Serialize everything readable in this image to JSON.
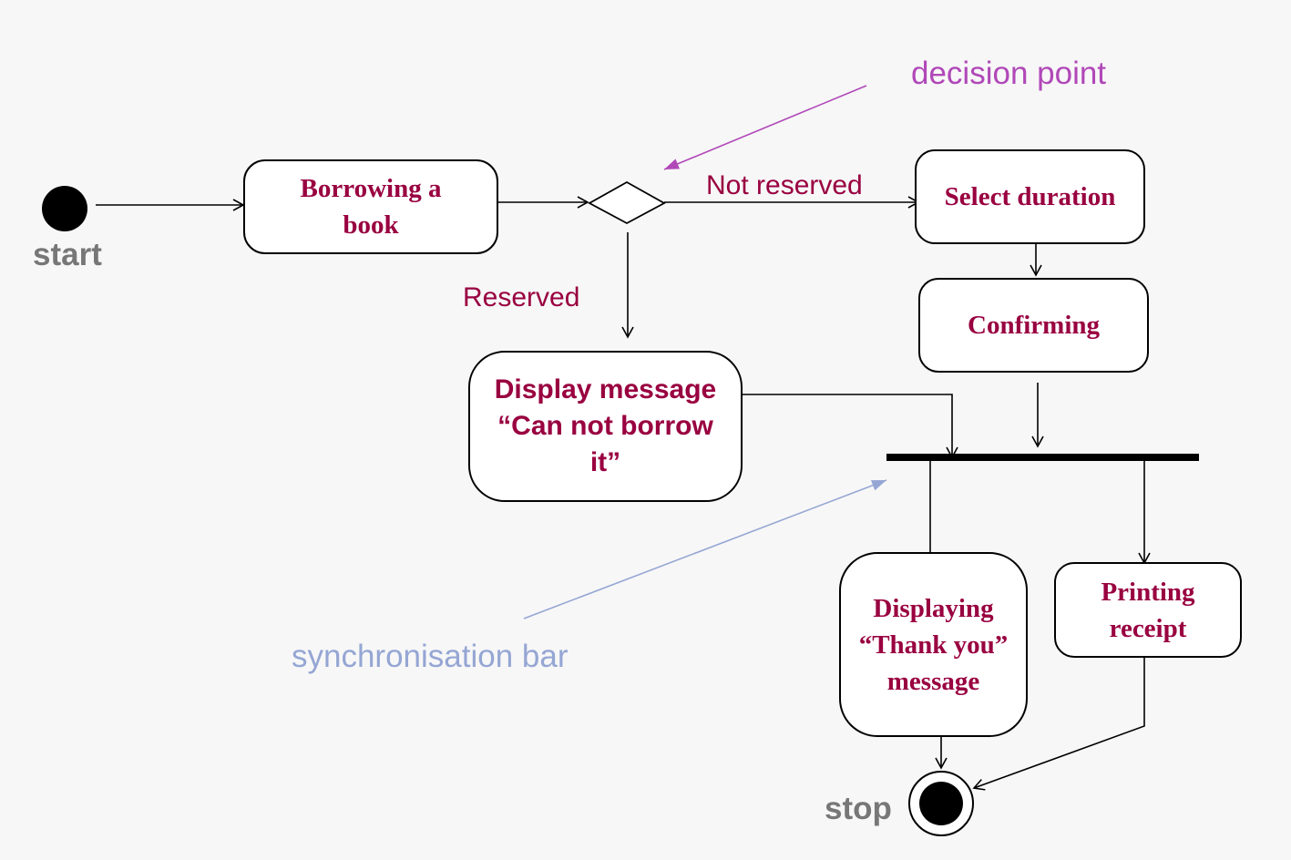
{
  "nodes": {
    "start_label": "start",
    "stop_label": "stop",
    "borrowing": "Borrowing a book",
    "select_duration": "Select duration",
    "confirming": "Confirming",
    "display_message": "Display message “Can not borrow it”",
    "thank_you": "Displaying “Thank you” message",
    "printing": "Printing receipt"
  },
  "edges": {
    "not_reserved": "Not reserved",
    "reserved": "Reserved"
  },
  "annotations": {
    "decision_point": "decision point",
    "sync_bar": "synchronisation bar"
  },
  "colors": {
    "activity_text": "#990040",
    "edge_label": "#990040",
    "decision_note": "#b048b8",
    "sync_note": "#95a6d4",
    "terminal_label": "#777777"
  }
}
